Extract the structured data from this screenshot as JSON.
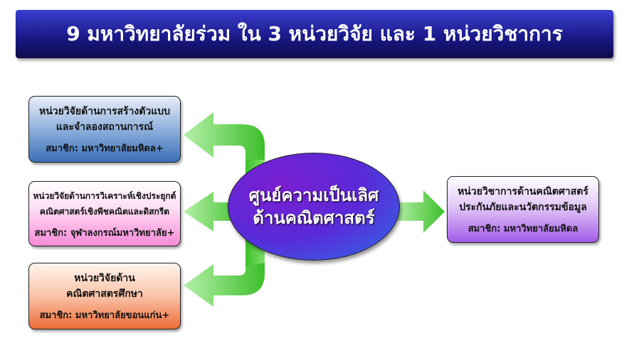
{
  "title": "9 มหาวิทยาลัยร่วม ใน 3 หน่วยวิจัย และ 1 หน่วยวิชาการ",
  "center": {
    "line1": "ศูนย์ความเป็นเลิศ",
    "line2": "ด้านคณิตศาสตร์"
  },
  "units": [
    {
      "line1": "หน่วยวิจัยด้านการสร้างตัวแบบ",
      "line2": "และจำลองสถานการณ์",
      "members": "สมาชิก: มหาวิทยาลัยมหิดล+"
    },
    {
      "line1": "หน่วยวิจัยด้านการวิเคราะห์เชิงประยุกต์",
      "line2": "คณิตศาสตร์เชิงพีชคณิตและดิสกรีต",
      "members": "สมาชิก: จุฬาลงกรณ์มหาวิทยาลัย+"
    },
    {
      "line1": "หน่วยวิจัยด้าน",
      "line2": "คณิตศาสตรศึกษา",
      "members": "สมาชิก: มหาวิทยาลัยขอนแก่น+"
    },
    {
      "line1": "หน่วยวิชาการด้านคณิตศาสตร์",
      "line2": "ประกันภัยและนวัตกรรมข้อมูล",
      "members": "สมาชิก: มหาวิทยาลัยมหิดล"
    }
  ],
  "colors": {
    "arrow": "#4cc83a",
    "title_bg": "#1b1a8a"
  }
}
